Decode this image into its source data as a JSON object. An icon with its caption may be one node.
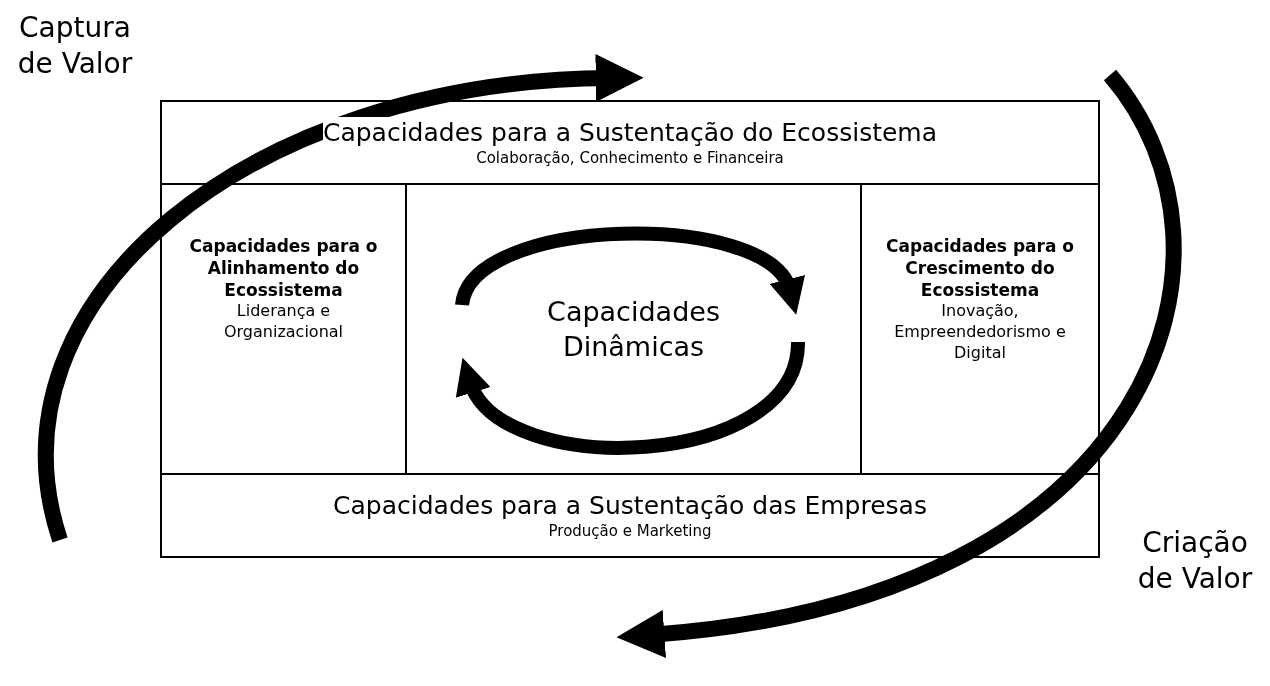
{
  "diagram": {
    "nodes": [
      {
        "text": [
          "Capacidades para a Sustentação do Ecossistema",
          "Colaboração, Conhecimento e Financeira"
        ]
      },
      {
        "text": [
          "Capacidades para o Alinhamento do Ecossistema",
          "Liderança e Organizacional"
        ]
      },
      {
        "text": [
          "Capacidades Dinâmicas"
        ]
      },
      {
        "text": [
          "Capacidades para o Crescimento do Ecossistema",
          "Inovação, Empreendedorismo e Digital"
        ]
      },
      {
        "text": [
          "Capacidades para a Sustentação das Empresas",
          "Produção e Marketing"
        ]
      }
    ],
    "labels": [
      "Captura de Valor",
      "Criação de Valor"
    ]
  }
}
